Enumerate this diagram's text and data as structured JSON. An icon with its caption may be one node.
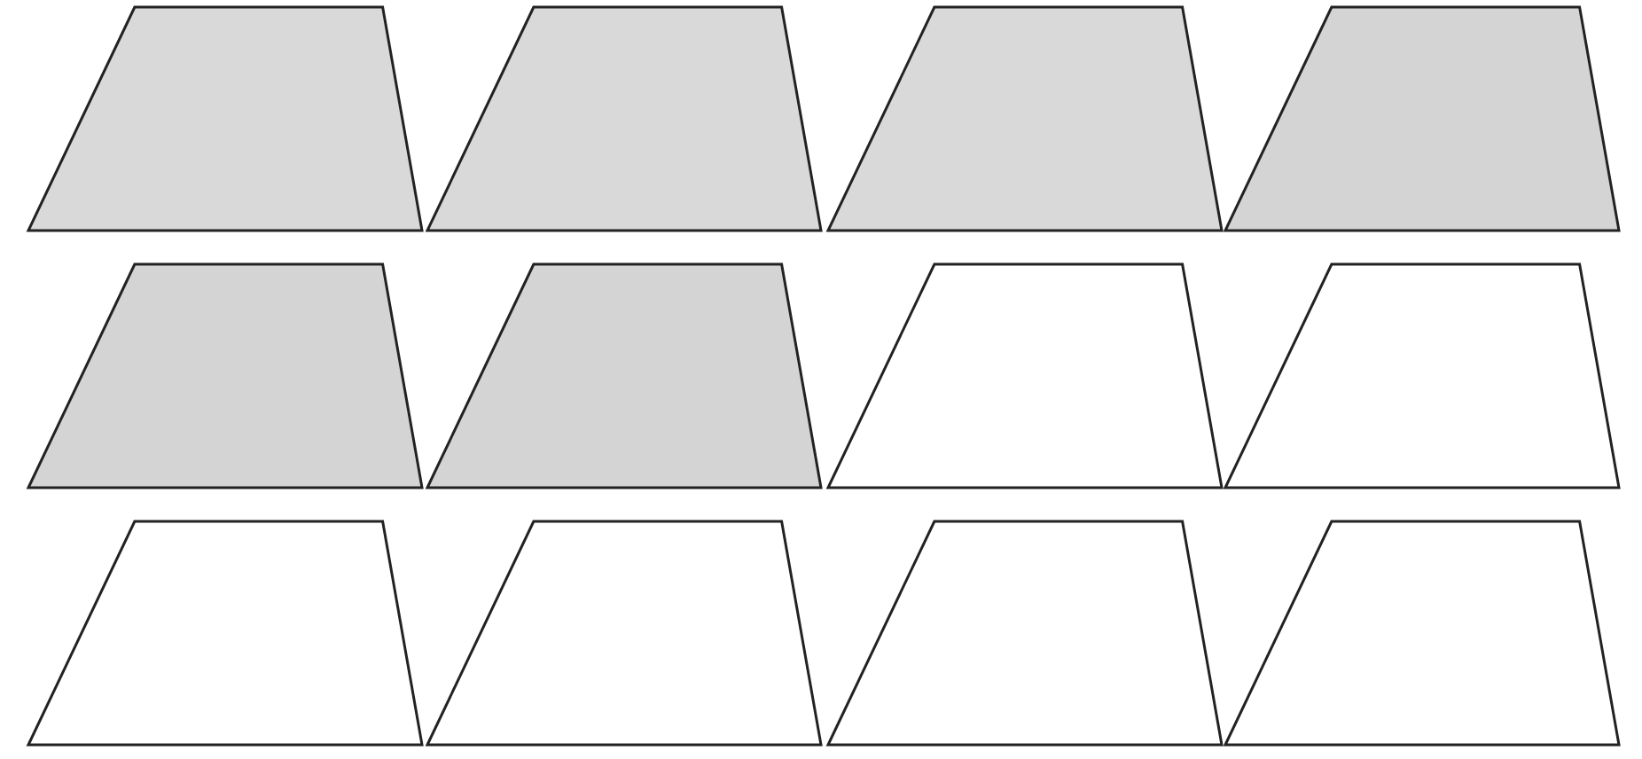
{
  "diagram": {
    "nodes": [
      {
        "text": [],
        "shape": "trapezoid"
      },
      {
        "text": [],
        "shape": "trapezoid"
      },
      {
        "text": [],
        "shape": "trapezoid"
      },
      {
        "text": [],
        "shape": "trapezoid"
      },
      {
        "text": [],
        "shape": "trapezoid"
      },
      {
        "text": [],
        "shape": "trapezoid"
      },
      {
        "text": [],
        "shape": "trapezoid"
      },
      {
        "text": [],
        "shape": "trapezoid"
      },
      {
        "text": [],
        "shape": "trapezoid"
      },
      {
        "text": [],
        "shape": "trapezoid"
      },
      {
        "text": [],
        "shape": "trapezoid"
      },
      {
        "text": [],
        "shape": "trapezoid"
      }
    ]
  }
}
